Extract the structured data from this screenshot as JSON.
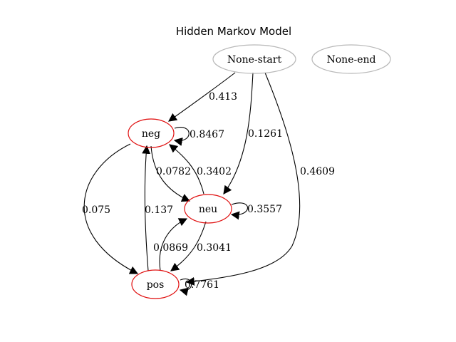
{
  "title": "Hidden Markov Model",
  "nodes": {
    "start": "None-start",
    "end": "None-end",
    "neg": "neg",
    "neu": "neu",
    "pos": "pos"
  },
  "edges": {
    "start_neg": "0.413",
    "start_neu": "0.1261",
    "start_pos": "0.4609",
    "neg_self": "0.8467",
    "neg_neu": "0.0782",
    "neu_neg": "0.3402",
    "neg_pos": "0.075",
    "pos_neg": "0.137",
    "neu_self": "0.3557",
    "pos_neu": "0.0869",
    "neu_pos": "0.3041",
    "pos_self": "0.7761"
  },
  "colors": {
    "hidden_state_border": "#e01010",
    "terminal_state_border": "#b8b8b8",
    "edge": "#000000"
  }
}
